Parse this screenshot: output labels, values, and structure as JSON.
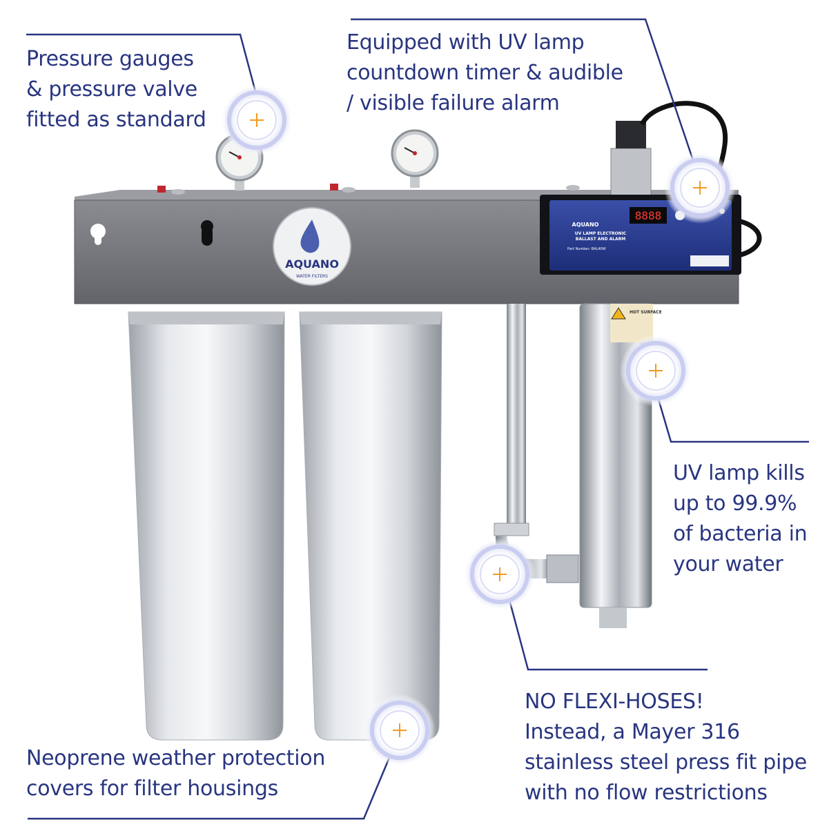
{
  "colors": {
    "text": "#283580",
    "line": "#283580",
    "hotspot_ring": "#c9cdf0",
    "hotspot_plus": "#f39a1e",
    "bracket": "#75777c",
    "stainless": "#c9cdd2"
  },
  "callouts": {
    "gauges": {
      "lines": [
        "Pressure gauges",
        "& pressure valve",
        "fitted as standard"
      ]
    },
    "timer": {
      "lines": [
        "Equipped with UV lamp",
        "countdown timer & audible",
        "/ visible failure alarm"
      ]
    },
    "uv": {
      "lines": [
        "UV lamp kills",
        "up to 99.9%",
        "of bacteria in",
        "your water"
      ]
    },
    "pipe": {
      "lines": [
        "NO FLEXI-HOSES!",
        "Instead, a Mayer 316",
        "stainless steel press fit pipe",
        "with no flow restrictions"
      ]
    },
    "cover": {
      "lines": [
        "Neoprene weather protection",
        "covers for filter housings"
      ]
    }
  },
  "product": {
    "logo_text": "AQUANO",
    "logo_sub": "WATER FILTERS",
    "controller_brand": "AQUANO",
    "controller_title_1": "UV LAMP ELECTRONIC",
    "controller_title_2": "BALLAST AND ALARM",
    "part_number": "Part Number: BAL40W",
    "display": "8888",
    "warning_title": "HOT SURFACE"
  },
  "hotspots": {
    "icon": "plus-icon"
  }
}
